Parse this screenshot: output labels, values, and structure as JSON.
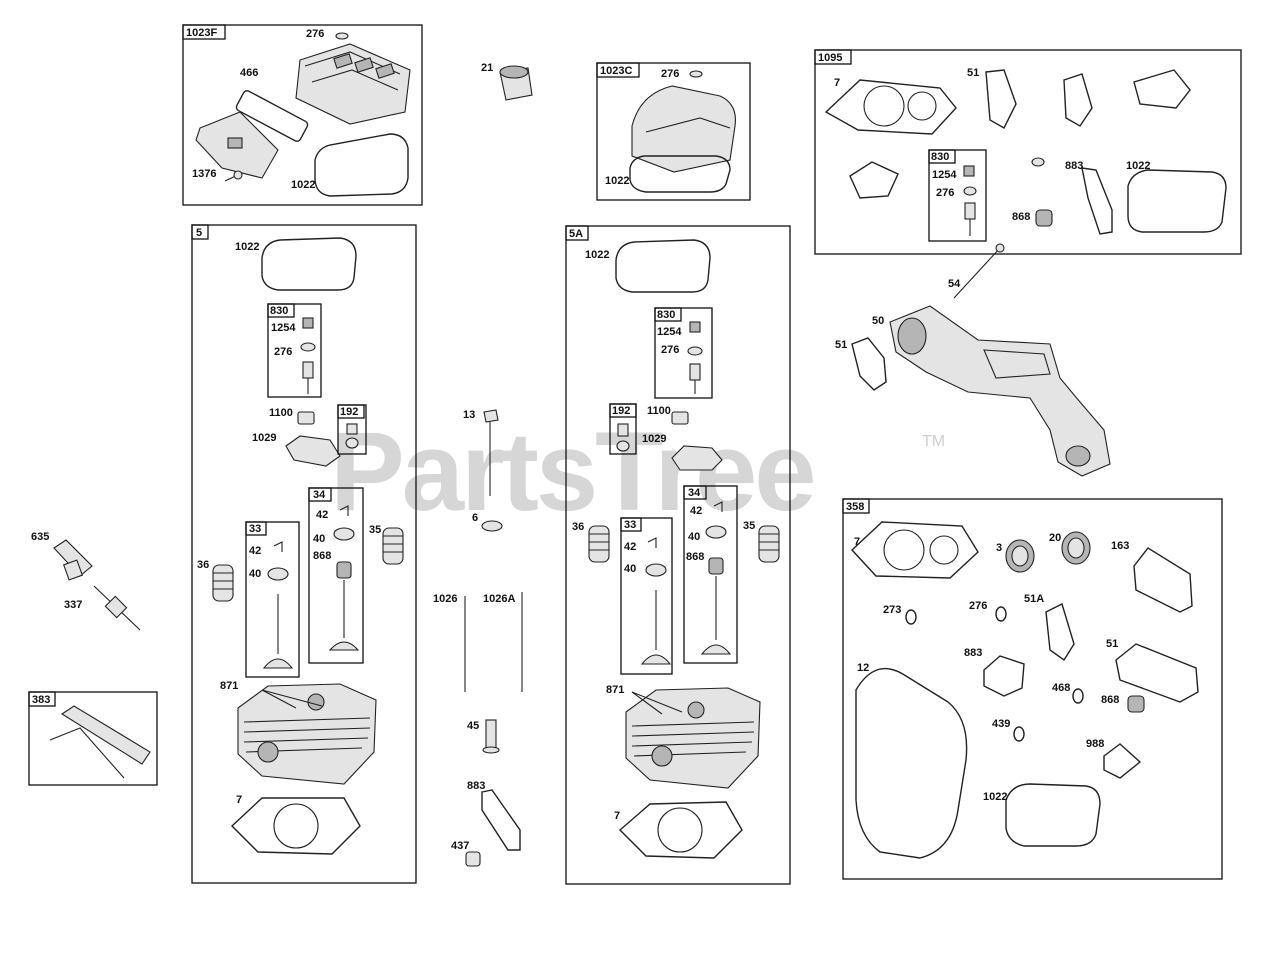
{
  "watermark": {
    "text": "PartsTree",
    "mark": "TM"
  },
  "groups": {
    "g1023F": "1023F",
    "g1023C": "1023C",
    "g1095": "1095",
    "g5": "5",
    "g5A": "5A",
    "g830": "830",
    "g192": "192",
    "g34": "34",
    "g33": "33",
    "g358": "358",
    "g383": "383"
  },
  "labels": {
    "p276": "276",
    "p466": "466",
    "p1376": "1376",
    "p1022": "1022",
    "p21": "21",
    "p7": "7",
    "p51": "51",
    "p1254": "1254",
    "p883": "883",
    "p868": "868",
    "p54": "54",
    "p50": "50",
    "p1100": "1100",
    "p1029": "1029",
    "p13": "13",
    "p6": "6",
    "p42": "42",
    "p40": "40",
    "p35": "35",
    "p36": "36",
    "p1026": "1026",
    "p1026A": "1026A",
    "p871": "871",
    "p45": "45",
    "p437": "437",
    "p635": "635",
    "p337": "337",
    "p3": "3",
    "p20": "20",
    "p163": "163",
    "p273": "273",
    "p51A": "51A",
    "p12": "12",
    "p468": "468",
    "p439": "439",
    "p988": "988"
  },
  "colors": {
    "line": "#222222",
    "part_fill": "#e4e4e4",
    "watermark": "#d6d6d6"
  }
}
